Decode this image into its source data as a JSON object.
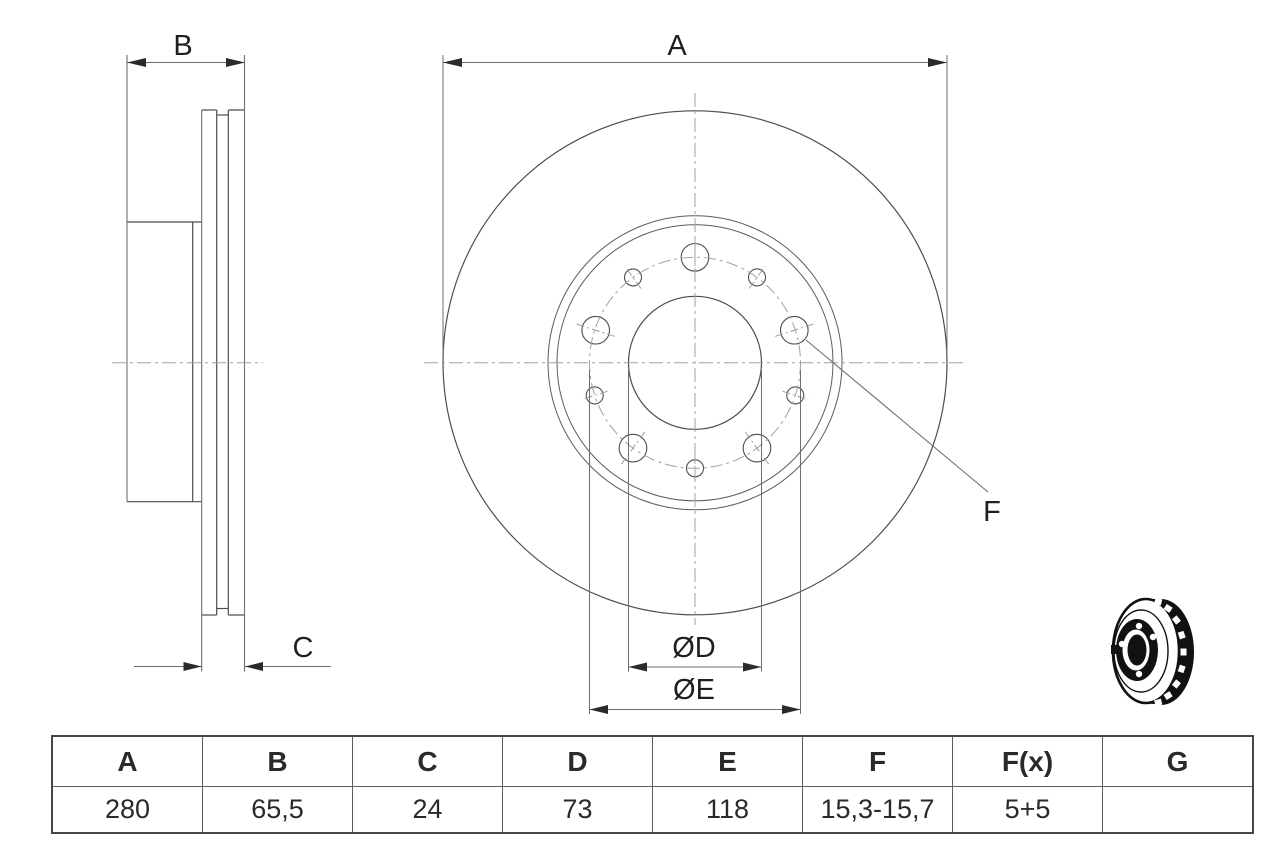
{
  "title": "Brake disc technical drawing",
  "drawing": {
    "dimension_labels": {
      "a": "A",
      "b": "B",
      "c": "C",
      "f": "F",
      "d": "ØD",
      "e": "ØE"
    }
  },
  "table": {
    "headers": [
      "A",
      "B",
      "C",
      "D",
      "E",
      "F",
      "F(x)",
      "G"
    ],
    "values": [
      "280",
      "65,5",
      "24",
      "73",
      "118",
      "15,3-15,7",
      "5+5",
      ""
    ]
  },
  "icon": {
    "name": "brake-disc-3d-icon",
    "description": "vented brake disc perspective pictogram"
  },
  "colors": {
    "background": "#ffffff",
    "part_line": "#4d4d4d",
    "thin_line": "#6e6e6e",
    "centerline": "#a0a0a0",
    "arrowhead": "#2b2b2b",
    "text": "#1f1f1f",
    "icon": "#111111"
  }
}
